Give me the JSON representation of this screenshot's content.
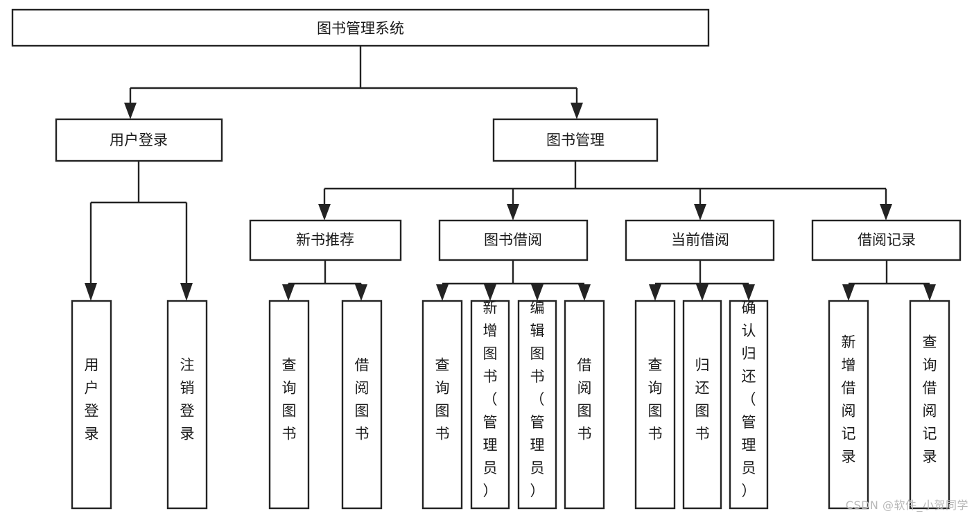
{
  "diagram": {
    "type": "tree-hierarchy",
    "title": "图书管理系统",
    "orientation": "top-down",
    "colors": {
      "stroke": "#232323",
      "box_fill": "#ffffff",
      "text": "#1a1a1a",
      "background": "#ffffff",
      "watermark": "#b8b8b8"
    },
    "root": {
      "label": "图书管理系统",
      "children": [
        {
          "label": "用户登录",
          "children": [
            {
              "label": "用户登录"
            },
            {
              "label": "注销登录"
            }
          ]
        },
        {
          "label": "图书管理",
          "children": [
            {
              "label": "新书推荐",
              "children": [
                {
                  "label": "查询图书"
                },
                {
                  "label": "借阅图书"
                }
              ]
            },
            {
              "label": "图书借阅",
              "children": [
                {
                  "label": "查询图书"
                },
                {
                  "label": "新增图书（管理员）"
                },
                {
                  "label": "编辑图书（管理员）"
                },
                {
                  "label": "借阅图书"
                }
              ]
            },
            {
              "label": "当前借阅",
              "children": [
                {
                  "label": "查询图书"
                },
                {
                  "label": "归还图书"
                },
                {
                  "label": "确认归还（管理员）"
                }
              ]
            },
            {
              "label": "借阅记录",
              "children": [
                {
                  "label": "新增借阅记录"
                },
                {
                  "label": "查询借阅记录"
                }
              ]
            }
          ]
        }
      ]
    },
    "nodes": {
      "root": {
        "label": "图书管理系统"
      },
      "user_login": {
        "label": "用户登录"
      },
      "book_manage": {
        "label": "图书管理"
      },
      "new_book_rec": {
        "label": "新书推荐"
      },
      "book_borrow": {
        "label": "图书借阅"
      },
      "current_borrow": {
        "label": "当前借阅"
      },
      "borrow_record": {
        "label": "借阅记录"
      },
      "leaf_user_login": {
        "label": "用户登录"
      },
      "leaf_logout": {
        "label": "注销登录"
      },
      "leaf_query_book_1": {
        "label": "查询图书"
      },
      "leaf_borrow_book_1": {
        "label": "借阅图书"
      },
      "leaf_query_book_2": {
        "label": "查询图书"
      },
      "leaf_add_book": {
        "label": "新增图书（管理员）"
      },
      "leaf_edit_book": {
        "label": "编辑图书（管理员）"
      },
      "leaf_borrow_book_2": {
        "label": "借阅图书"
      },
      "leaf_query_book_3": {
        "label": "查询图书"
      },
      "leaf_return_book": {
        "label": "归还图书"
      },
      "leaf_confirm_return": {
        "label": "确认归还（管理员）"
      },
      "leaf_add_record": {
        "label": "新增借阅记录"
      },
      "leaf_query_record": {
        "label": "查询借阅记录"
      }
    }
  },
  "watermark": {
    "text": "CSDN @软件_小贺同学"
  }
}
